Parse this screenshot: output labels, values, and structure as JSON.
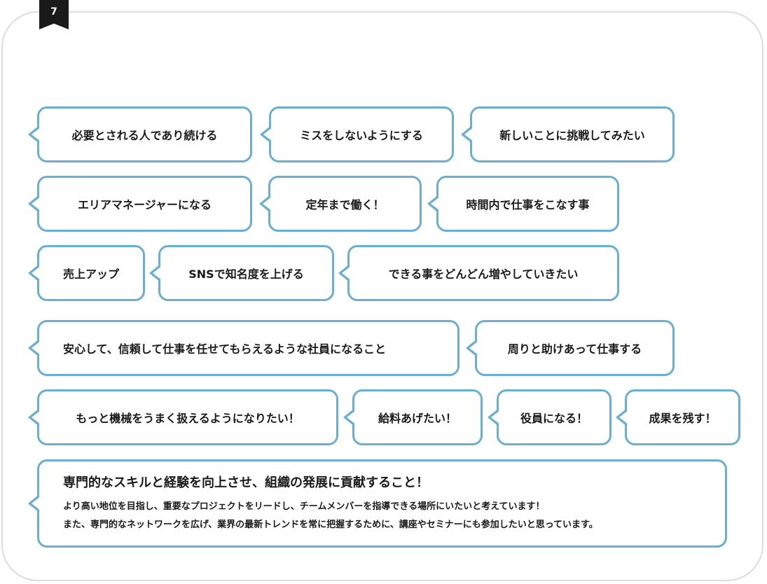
{
  "page_number": "7",
  "bubbles": {
    "b1": "必要とされる人であり続ける",
    "b2": "ミスをしないようにする",
    "b3": "新しいことに挑戦してみたい",
    "b4": "エリアマネージャーになる",
    "b5": "定年まで働く！",
    "b6": "時間内で仕事をこなす事",
    "b7": "売上アップ",
    "b8": "SNSで知名度を上げる",
    "b9": "できる事をどんどん増やしていきたい",
    "b10": "安心して、信頼して仕事を任せてもらえるような社員になること",
    "b11": "周りと助けあって仕事する",
    "b12": "もっと機械をうまく扱えるようになりたい！",
    "b13": "給料あげたい！",
    "b14": "役員になる！",
    "b15": "成果を残す！"
  },
  "big_bubble": {
    "title": "専門的なスキルと経験を向上させ、組織の発展に貢献すること！",
    "line1": "より高い地位を目指し、重要なプロジェクトをリードし、チームメンバーを指導できる場所にいたいと考えています！",
    "line2": "また、専門的なネットワークを広げ、業界の最新トレンドを常に把握するために、講座やセミナーにも参加したいと思っています。"
  },
  "colors": {
    "bubble_border": "#6aaed0",
    "frame_border": "#dcdcdc",
    "tag_background": "#1a1a1a"
  }
}
